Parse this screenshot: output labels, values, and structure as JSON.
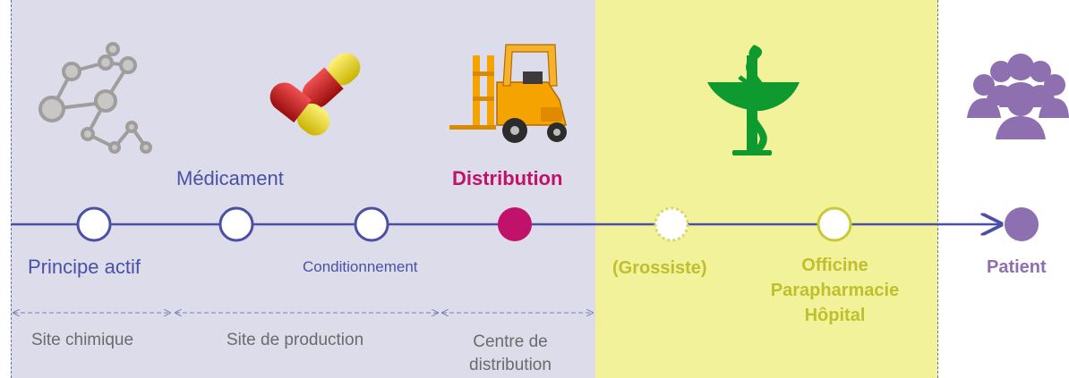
{
  "top_labels": {
    "medicament": "Médicament",
    "distribution": "Distribution"
  },
  "stage_labels": {
    "principe_actif": "Principe actif",
    "conditionnement": "Conditionnement",
    "grossiste": "(Grossiste)",
    "officine": "Officine",
    "parapharmacie": "Parapharmacie",
    "hopital": "Hôpital",
    "patient": "Patient"
  },
  "site_labels": {
    "site_chimique": "Site chimique",
    "site_production": "Site de production",
    "centre_line1": "Centre de",
    "centre_line2": "distribution"
  },
  "icons": [
    "molecule-icon",
    "capsules-icon",
    "forklift-icon",
    "pharmacy-caduceus-icon",
    "patients-group-icon"
  ],
  "colors": {
    "timeline_blue": "#4b50a6",
    "distribution_magenta": "#c0126a",
    "olive_text": "#bfbf2e",
    "pharmacy_green": "#0e9a2e",
    "patient_purple": "#8e6fb0",
    "production_zone_bg": "#dcdcea",
    "pharmacy_zone_bg": "#f2f29a"
  }
}
